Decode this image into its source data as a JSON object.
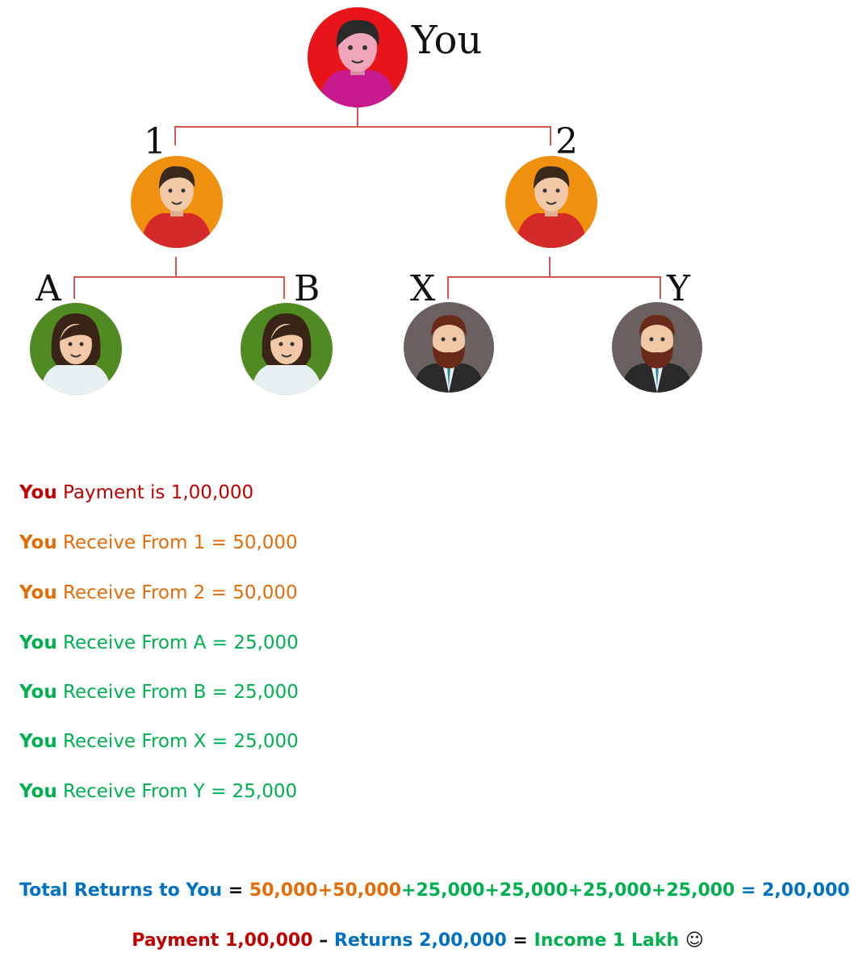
{
  "diagram": {
    "root_label": "You",
    "level1_labels": [
      "1",
      "2"
    ],
    "level2_labels": [
      "A",
      "B",
      "X",
      "Y"
    ],
    "colors": {
      "connector": "#d9534f",
      "root_bg": "#e8141a",
      "level1_bg": "#f0900f",
      "green_bg": "#4f8a23",
      "gray_bg": "#6b6060"
    },
    "icons": [
      "person-avatar-icon",
      "man-avatar-icon",
      "woman-avatar-icon",
      "bearded-man-avatar-icon"
    ]
  },
  "lines": [
    {
      "you": "You",
      "text": " Payment is 1,00,000",
      "color": "#c00000"
    },
    {
      "you": "You",
      "text": " Receive From 1 = 50,000",
      "color": "#e36c09"
    },
    {
      "you": "You",
      "text": " Receive From 2 = 50,000",
      "color": "#e36c09"
    },
    {
      "you": "You",
      "text": " Receive From A = 25,000",
      "color": "#00b050"
    },
    {
      "you": "You",
      "text": " Receive From B = 25,000",
      "color": "#00b050"
    },
    {
      "you": "You",
      "text": " Receive From X = 25,000",
      "color": "#00b050"
    },
    {
      "you": "You",
      "text": " Receive From Y = 25,000",
      "color": "#00b050"
    }
  ],
  "total": {
    "label": "Total Returns to You",
    "eq1": " = ",
    "part_orange": "50,000+50,000",
    "part_green": "+25,000+25,000+25,000+25,000",
    "eq2": " = 2,00,000"
  },
  "summary": {
    "payment": "Payment 1,00,000",
    "dash": " – ",
    "returns": "Returns 2,00,000",
    "eq": "  = ",
    "income": "Income 1 Lakh",
    "smiley": " ☺"
  }
}
